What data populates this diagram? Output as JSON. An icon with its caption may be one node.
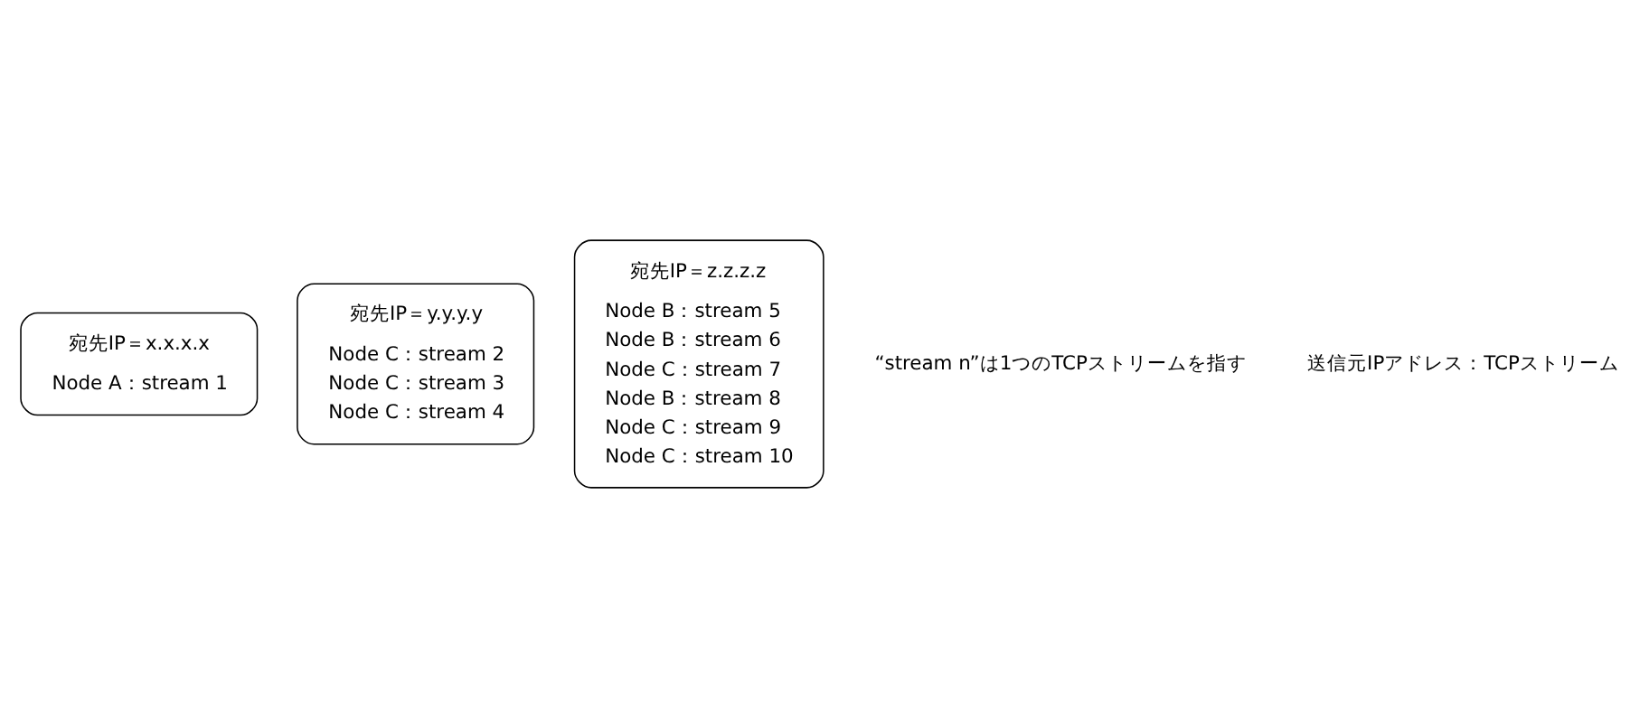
{
  "diagram": {
    "nodes": [
      {
        "text": [
          "宛先IP＝x.x.x.x",
          "Node A：stream 1"
        ]
      },
      {
        "text": [
          "宛先IP＝y.y.y.y",
          "Node C：stream 2",
          "Node C：stream 3",
          "Node C：stream 4"
        ]
      },
      {
        "text": [
          "宛先IP＝z.z.z.z",
          "Node B：stream 5",
          "Node B：stream 6",
          "Node C：stream 7",
          "Node B：stream 8",
          "Node C：stream 9",
          "Node C：stream 10"
        ]
      }
    ],
    "edges": [],
    "labels": [
      "“stream n”は1つのTCPストリームを指す",
      "送信元IPアドレス：TCPストリーム"
    ]
  }
}
